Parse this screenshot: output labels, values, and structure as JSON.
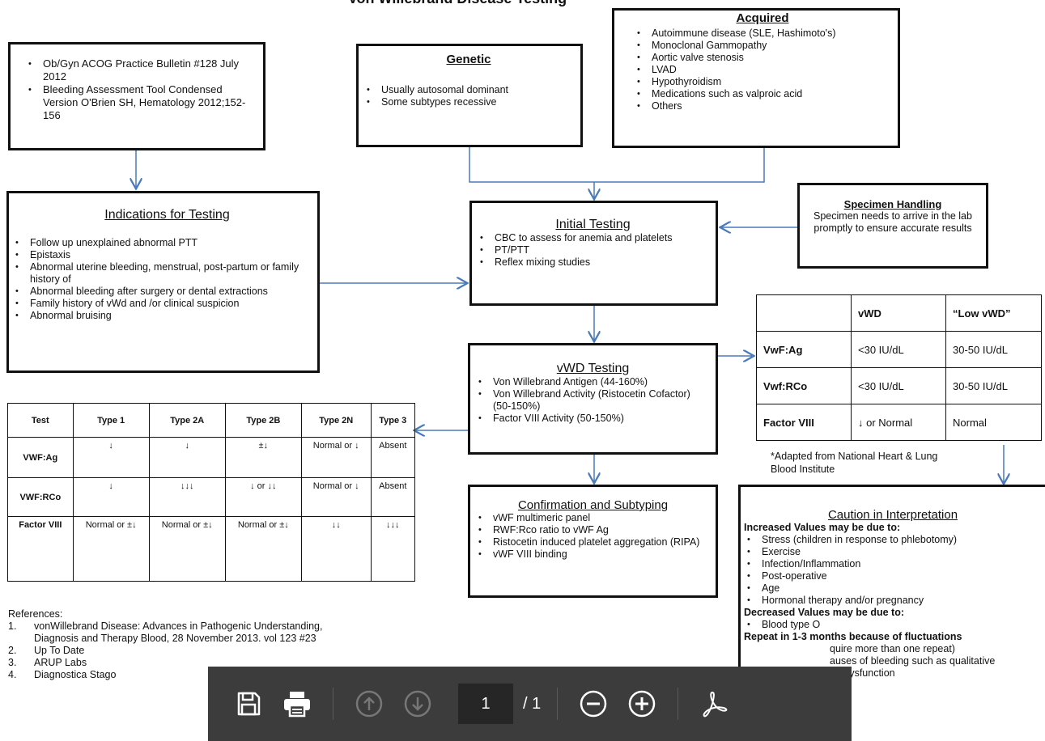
{
  "title_fragment": "Von Willebrand Disease Testing",
  "sources_box": {
    "items": [
      "Ob/Gyn ACOG Practice Bulletin #128 July 2012",
      "Bleeding Assessment Tool Condensed Version O'Brien SH, Hematology 2012;152-156"
    ]
  },
  "genetic": {
    "title": "Genetic",
    "items": [
      "Usually autosomal dominant",
      "Some subtypes recessive"
    ]
  },
  "acquired": {
    "title": "Acquired",
    "items": [
      "Autoimmune disease (SLE, Hashimoto's)",
      "Monoclonal Gammopathy",
      "Aortic valve stenosis",
      "LVAD",
      "Hypothyroidism",
      "Medications such as valproic acid",
      "Others"
    ]
  },
  "indications": {
    "title": "Indications for Testing",
    "items": [
      "Follow up unexplained  abnormal PTT",
      "Epistaxis",
      "Abnormal uterine bleeding, menstrual, post-partum or family history of",
      "Abnormal bleeding after surgery or dental extractions",
      "Family history of vWd and /or clinical suspicion",
      "Abnormal bruising"
    ]
  },
  "specimen": {
    "title": "Specimen Handling",
    "text": "Specimen needs to arrive in the lab promptly to ensure accurate results"
  },
  "initial": {
    "title": "Initial Testing",
    "items": [
      "CBC to assess for anemia and platelets",
      "PT/PTT",
      "Reflex mixing studies"
    ]
  },
  "vwd_testing": {
    "title": "vWD Testing",
    "items": [
      "Von Willebrand Antigen (44-160%)",
      "Von Willebrand Activity (Ristocetin Cofactor) (50-150%)",
      "Factor VIII Activity (50-150%)"
    ]
  },
  "confirmation": {
    "title": "Confirmation and Subtyping",
    "items": [
      "vWF multimeric panel",
      "RWF:Rco ratio to vWF Ag",
      "Ristocetin induced platelet aggregation  (RIPA)",
      "vWF VIII binding"
    ]
  },
  "low_table": {
    "headers": [
      "",
      "vWD",
      "“Low vWD”"
    ],
    "rows": [
      [
        "VwF:Ag",
        "<30 IU/dL",
        "30-50 IU/dL"
      ],
      [
        "Vwf:RCo",
        "<30 IU/dL",
        "30-50 IU/dL"
      ],
      [
        "Factor VIII",
        "↓ or Normal",
        "Normal"
      ]
    ],
    "note": "*Adapted from National Heart & Lung Blood Institute"
  },
  "type_table": {
    "headers": [
      "Test",
      "Type 1",
      "Type 2A",
      "Type 2B",
      "Type 2N",
      "Type 3"
    ],
    "rows": [
      [
        "VWF:Ag",
        "↓",
        "↓",
        "±↓",
        "Normal or ↓",
        "Absent"
      ],
      [
        "VWF:RCo",
        "↓",
        "↓↓↓",
        "↓ or ↓↓",
        "Normal or ↓",
        "Absent"
      ],
      [
        "Factor VIII",
        "Normal or ±↓",
        "Normal or ±↓",
        "Normal or ±↓",
        "↓↓",
        "↓↓↓"
      ]
    ]
  },
  "caution": {
    "title": "Caution in Interpretation",
    "increased_label": "Increased Values may be due to:",
    "increased_items": [
      "Stress (children in response to phlebotomy)",
      "Exercise",
      "Infection/Inflammation",
      "Post-operative",
      "Age",
      "Hormonal therapy and/or pregnancy"
    ],
    "decreased_label": "Decreased Values may be due to:",
    "decreased_items": [
      "Blood type O"
    ],
    "repeat_text": "Repeat in 1-3 months because of fluctuations",
    "tail_lines": [
      "quire more than one repeat)",
      "auses of bleeding such as qualitative",
      "lar dysfunction"
    ]
  },
  "references": {
    "label": "References:",
    "items": [
      {
        "n": "1.",
        "text": "vonWillebrand Disease: Advances in Pathogenic Understanding,"
      },
      {
        "n": "",
        "text": "Diagnosis and Therapy Blood, 28 November 2013. vol 123 #23"
      },
      {
        "n": "2.",
        "text": "Up To Date"
      },
      {
        "n": "3.",
        "text": "ARUP Labs"
      },
      {
        "n": "4.",
        "text": "Diagnostica Stago"
      }
    ]
  },
  "toolbar": {
    "page_current": "1",
    "page_total": "/ 1",
    "icons": [
      "save-icon",
      "print-icon",
      "page-up-icon",
      "page-down-icon",
      "zoom-out-icon",
      "zoom-in-icon",
      "acrobat-icon"
    ]
  }
}
